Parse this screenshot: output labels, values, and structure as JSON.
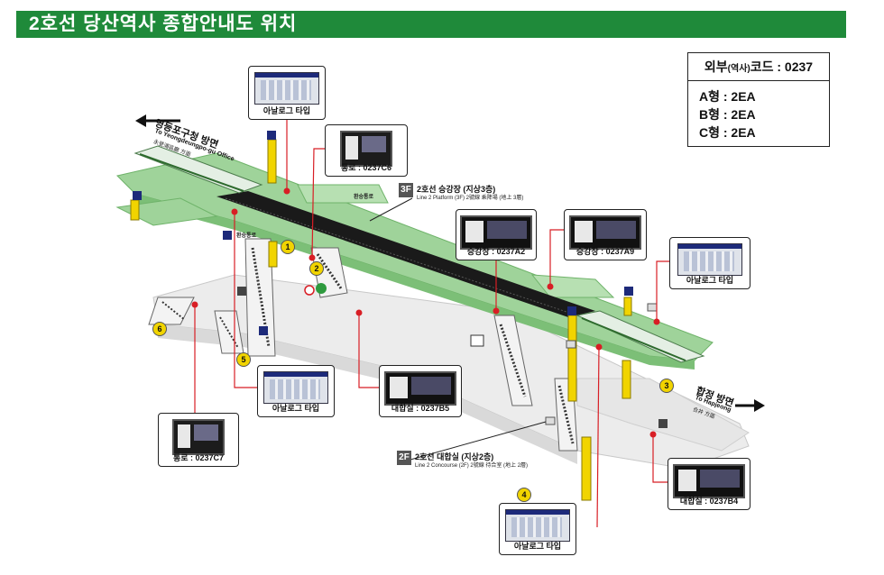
{
  "title": "2호선 당산역사 종합안내도 위치",
  "code_box": {
    "header_prefix": "외부",
    "header_paren": "(역사)",
    "header_suffix": "코드 : 0237",
    "rows": [
      "A형 : 2EA",
      "B형 : 2EA",
      "C형 : 2EA"
    ]
  },
  "floors": {
    "f3": {
      "tag": "3F",
      "name": "2호선 승강장 (지상3층)",
      "sub": "Line 2 Platform (3F) 2號線 乘降場 (地上 3層)"
    },
    "f2": {
      "tag": "2F",
      "name": "2호선 대합실 (지상2층)",
      "sub": "Line 2 Concourse (2F) 2號線 待合室 (地上 2層)"
    }
  },
  "directions": {
    "left": {
      "ko": "영등포구청 방면",
      "en": "To Yeongdeungpo-gu Office",
      "cn": "永登浦區廳 方面"
    },
    "right": {
      "ko": "합정 방면",
      "en": "To Hapjeong",
      "cn": "合井 方面"
    }
  },
  "transfer_labels": [
    "환승통로",
    "환승통로"
  ],
  "exits": [
    "1",
    "2",
    "3",
    "4",
    "5",
    "6"
  ],
  "callouts": [
    {
      "id": "analog-top",
      "label": "아날로그 타입",
      "kind": "analog"
    },
    {
      "id": "passage-c6",
      "label": "통로 : 0237C6",
      "kind": "kiosk"
    },
    {
      "id": "platform-a2",
      "label": "승강장 : 0237A2",
      "kind": "wide"
    },
    {
      "id": "platform-a9",
      "label": "승강장 : 0237A9",
      "kind": "wide"
    },
    {
      "id": "analog-right",
      "label": "아날로그 타입",
      "kind": "analog"
    },
    {
      "id": "analog-mid",
      "label": "아날로그 타입",
      "kind": "analog"
    },
    {
      "id": "concourse-b5",
      "label": "대합실 : 0237B5",
      "kind": "wide"
    },
    {
      "id": "passage-c7",
      "label": "통로 : 0237C7",
      "kind": "kiosk"
    },
    {
      "id": "concourse-b4",
      "label": "대합실 : 0237B4",
      "kind": "wide"
    },
    {
      "id": "analog-bottom",
      "label": "아날로그 타입",
      "kind": "analog"
    }
  ],
  "colors": {
    "title_bg": "#1f8a3a",
    "platform_green": "#9fd39a",
    "concourse_grey": "#ececec",
    "track_dark": "#1a1a1a",
    "marker_red": "#d81e25",
    "pillar_yellow": "#f1d400",
    "train_body": "#e4efe4"
  }
}
